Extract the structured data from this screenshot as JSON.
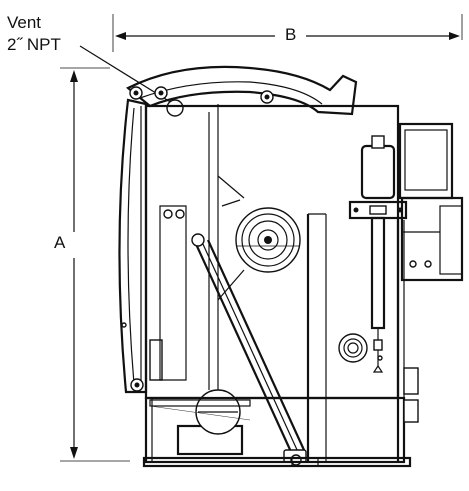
{
  "labels": {
    "vent_line1": "Vent",
    "vent_line2": "2˝ NPT",
    "dimension_b": "B",
    "dimension_a": "A"
  }
}
